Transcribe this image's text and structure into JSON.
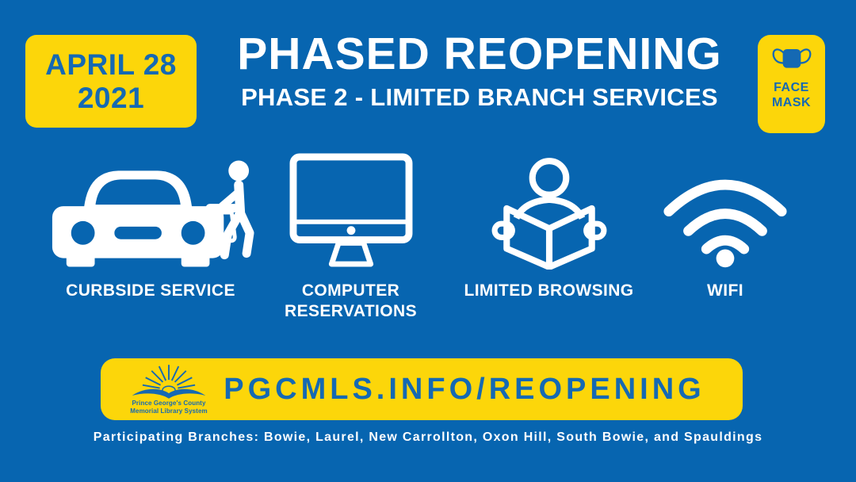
{
  "banner": {
    "date_badge": {
      "line1": "APRIL 28",
      "line2": "2021"
    },
    "title": "PHASED REOPENING",
    "subtitle": "PHASE 2 - LIMITED BRANCH SERVICES",
    "mask_badge": {
      "icon": "face-mask-icon",
      "line1": "FACE",
      "line2": "MASK"
    },
    "services": [
      {
        "icon": "curbside-car-icon",
        "label": "CURBSIDE SERVICE"
      },
      {
        "icon": "computer-monitor-icon",
        "label": "COMPUTER RESERVATIONS"
      },
      {
        "icon": "person-reading-icon",
        "label": "LIMITED BROWSING"
      },
      {
        "icon": "wifi-icon",
        "label": "WIFI"
      }
    ],
    "url_bar": {
      "url": "PGCMLS.INFO/REOPENING",
      "logo": {
        "icon": "library-sunburst-book-logo",
        "org_line1": "Prince George's County",
        "org_line2": "Memorial Library System"
      }
    },
    "footer": "Participating Branches: Bowie, Laurel, New Carrollton, Oxon Hill, South Bowie, and Spauldings",
    "colors": {
      "background_blue": "#0765B0",
      "accent_yellow": "#FCD60A",
      "blue_on_yellow": "#1569B3",
      "icon_white": "#FFFFFF"
    }
  }
}
